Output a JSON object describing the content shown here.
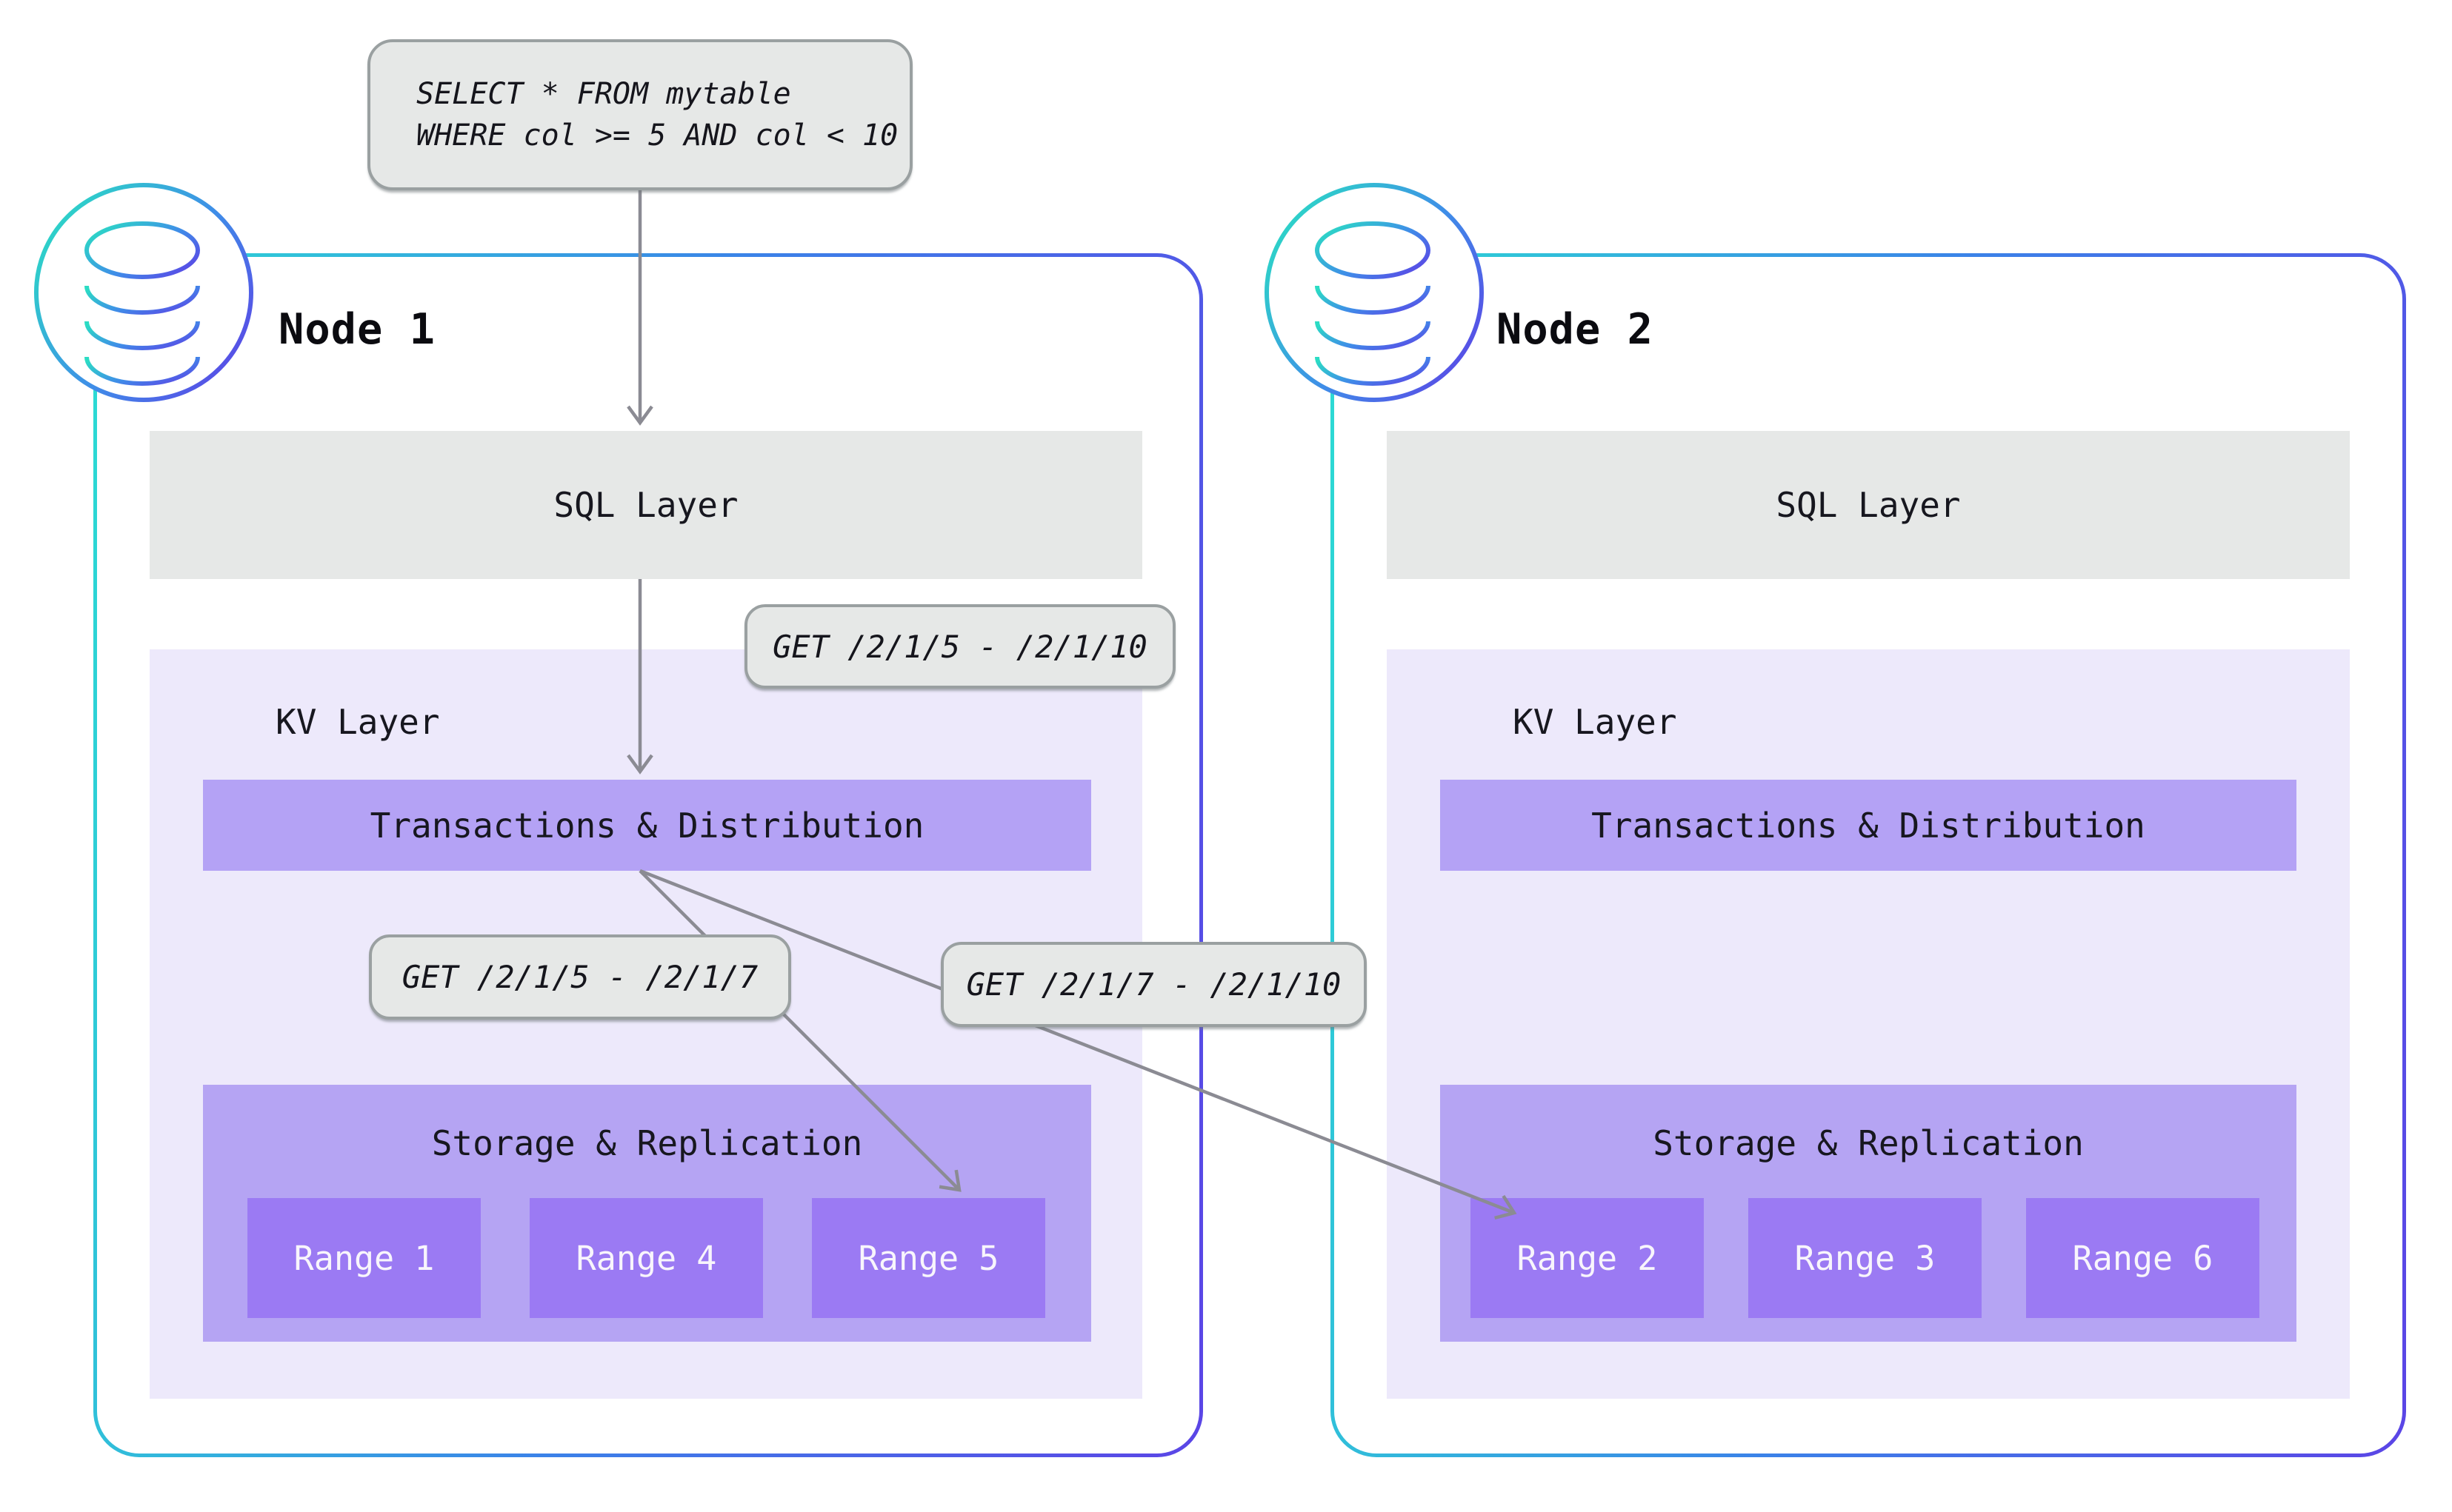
{
  "query": {
    "line1": "SELECT * FROM mytable",
    "line2": "WHERE col >= 5 AND col < 10"
  },
  "get_labels": {
    "full": "GET /2/1/5 - /2/1/10",
    "left": "GET /2/1/5 - /2/1/7",
    "right": "GET /2/1/7 - /2/1/10"
  },
  "nodes": [
    {
      "title": "Node 1",
      "sql_label": "SQL Layer",
      "kv_label": "KV Layer",
      "txn_label": "Transactions & Distribution",
      "storage_label": "Storage & Replication",
      "ranges": [
        "Range 1",
        "Range 4",
        "Range 5"
      ]
    },
    {
      "title": "Node 2",
      "sql_label": "SQL Layer",
      "kv_label": "KV Layer",
      "txn_label": "Transactions & Distribution",
      "storage_label": "Storage & Replication",
      "ranges": [
        "Range 2",
        "Range 3",
        "Range 6"
      ]
    }
  ],
  "colors": {
    "node_border_start": "#2BDDD3",
    "node_border_mid": "#3B82E8",
    "node_border_end": "#5B45E6",
    "sql_fill": "#E6E8E7",
    "kv_fill": "#EDE9FB",
    "bar_fill": "#B4A2F5",
    "storage_fill": "#B5A4F3",
    "range_fill": "#9B7AF3",
    "bubble_fill": "#E6E8E7",
    "bubble_border": "#9AA0A1",
    "arrow": "#8B8B93"
  }
}
